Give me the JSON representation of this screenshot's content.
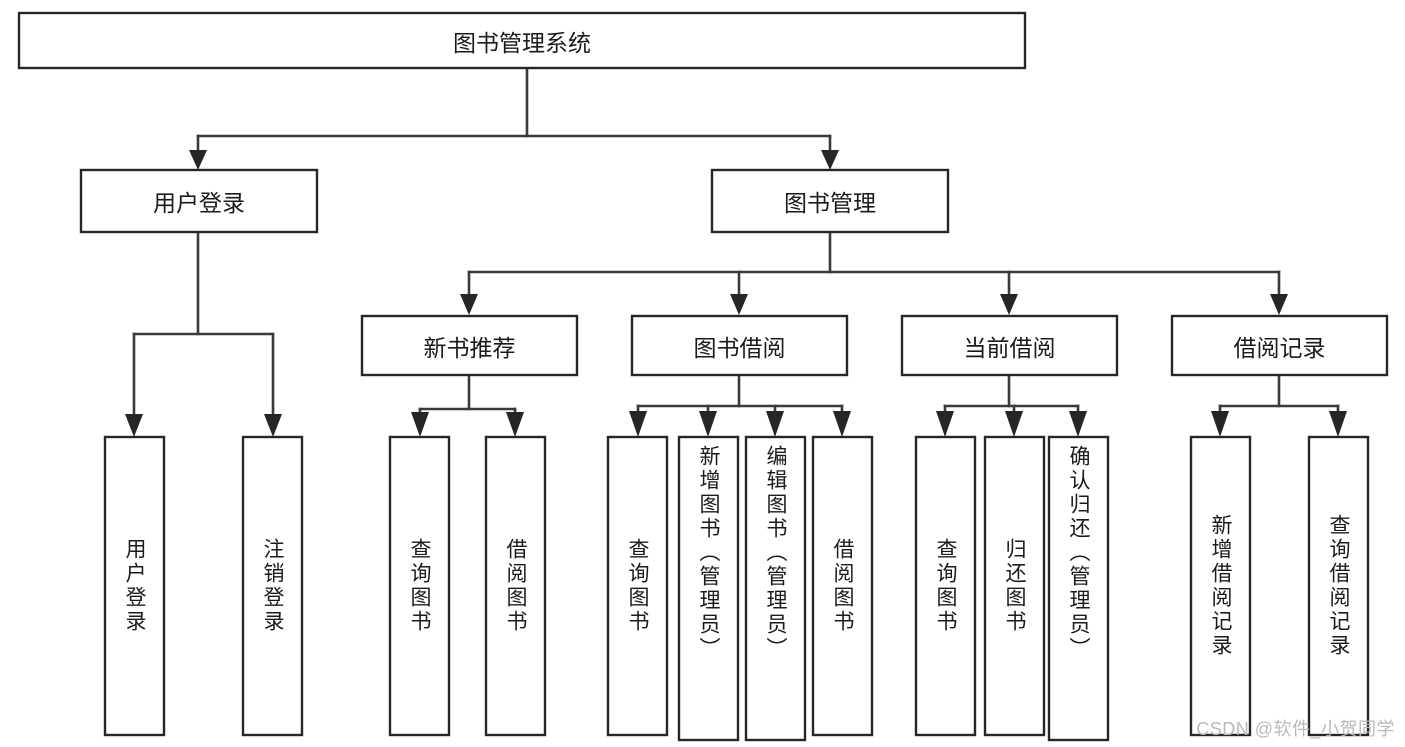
{
  "diagram": {
    "title": "图书管理系统",
    "type": "hierarchy-tree",
    "colors": {
      "box_stroke": "#262626",
      "box_fill": "#ffffff",
      "connector": "#3a3a3a",
      "text": "#1b1b1b",
      "watermark": "#b9b9b9",
      "background": "#ffffff"
    },
    "root": {
      "label": "图书管理系统"
    },
    "level1": [
      {
        "label": "用户登录"
      },
      {
        "label": "图书管理"
      }
    ],
    "level2": [
      {
        "label": "新书推荐"
      },
      {
        "label": "图书借阅"
      },
      {
        "label": "当前借阅"
      },
      {
        "label": "借阅记录"
      }
    ],
    "leaves": {
      "user_login": [
        {
          "label": "用户登录"
        },
        {
          "label": "注销登录"
        }
      ],
      "new_book_recommend": [
        {
          "label": "查询图书"
        },
        {
          "label": "借阅图书"
        }
      ],
      "book_borrow": [
        {
          "label": "查询图书"
        },
        {
          "label": "新增图书（管理员）"
        },
        {
          "label": "编辑图书（管理员）"
        },
        {
          "label": "借阅图书"
        }
      ],
      "current_borrow": [
        {
          "label": "查询图书"
        },
        {
          "label": "归还图书"
        },
        {
          "label": "确认归还（管理员）"
        }
      ],
      "borrow_record": [
        {
          "label": "新增借阅记录"
        },
        {
          "label": "查询借阅记录"
        }
      ]
    }
  },
  "watermark": {
    "text": "CSDN @软件_小贺同学"
  }
}
